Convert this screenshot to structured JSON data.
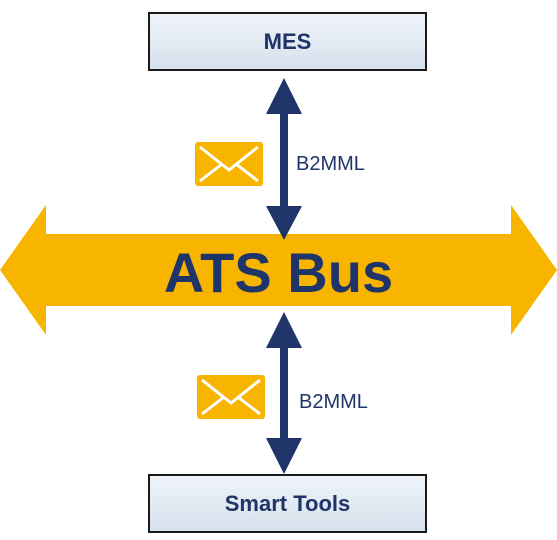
{
  "nodes": {
    "top_box": "MES",
    "bottom_box": "Smart Tools"
  },
  "bus": {
    "label": "ATS Bus"
  },
  "links": {
    "top_label": "B2MML",
    "bottom_label": "B2MML"
  },
  "icons": {
    "message": "envelope-icon"
  },
  "colors": {
    "bus": "#f7b500",
    "bus_text": "#1f3468",
    "arrow": "#1f3468",
    "envelope": "#f7b500",
    "box_border": "#1a1a1a"
  }
}
